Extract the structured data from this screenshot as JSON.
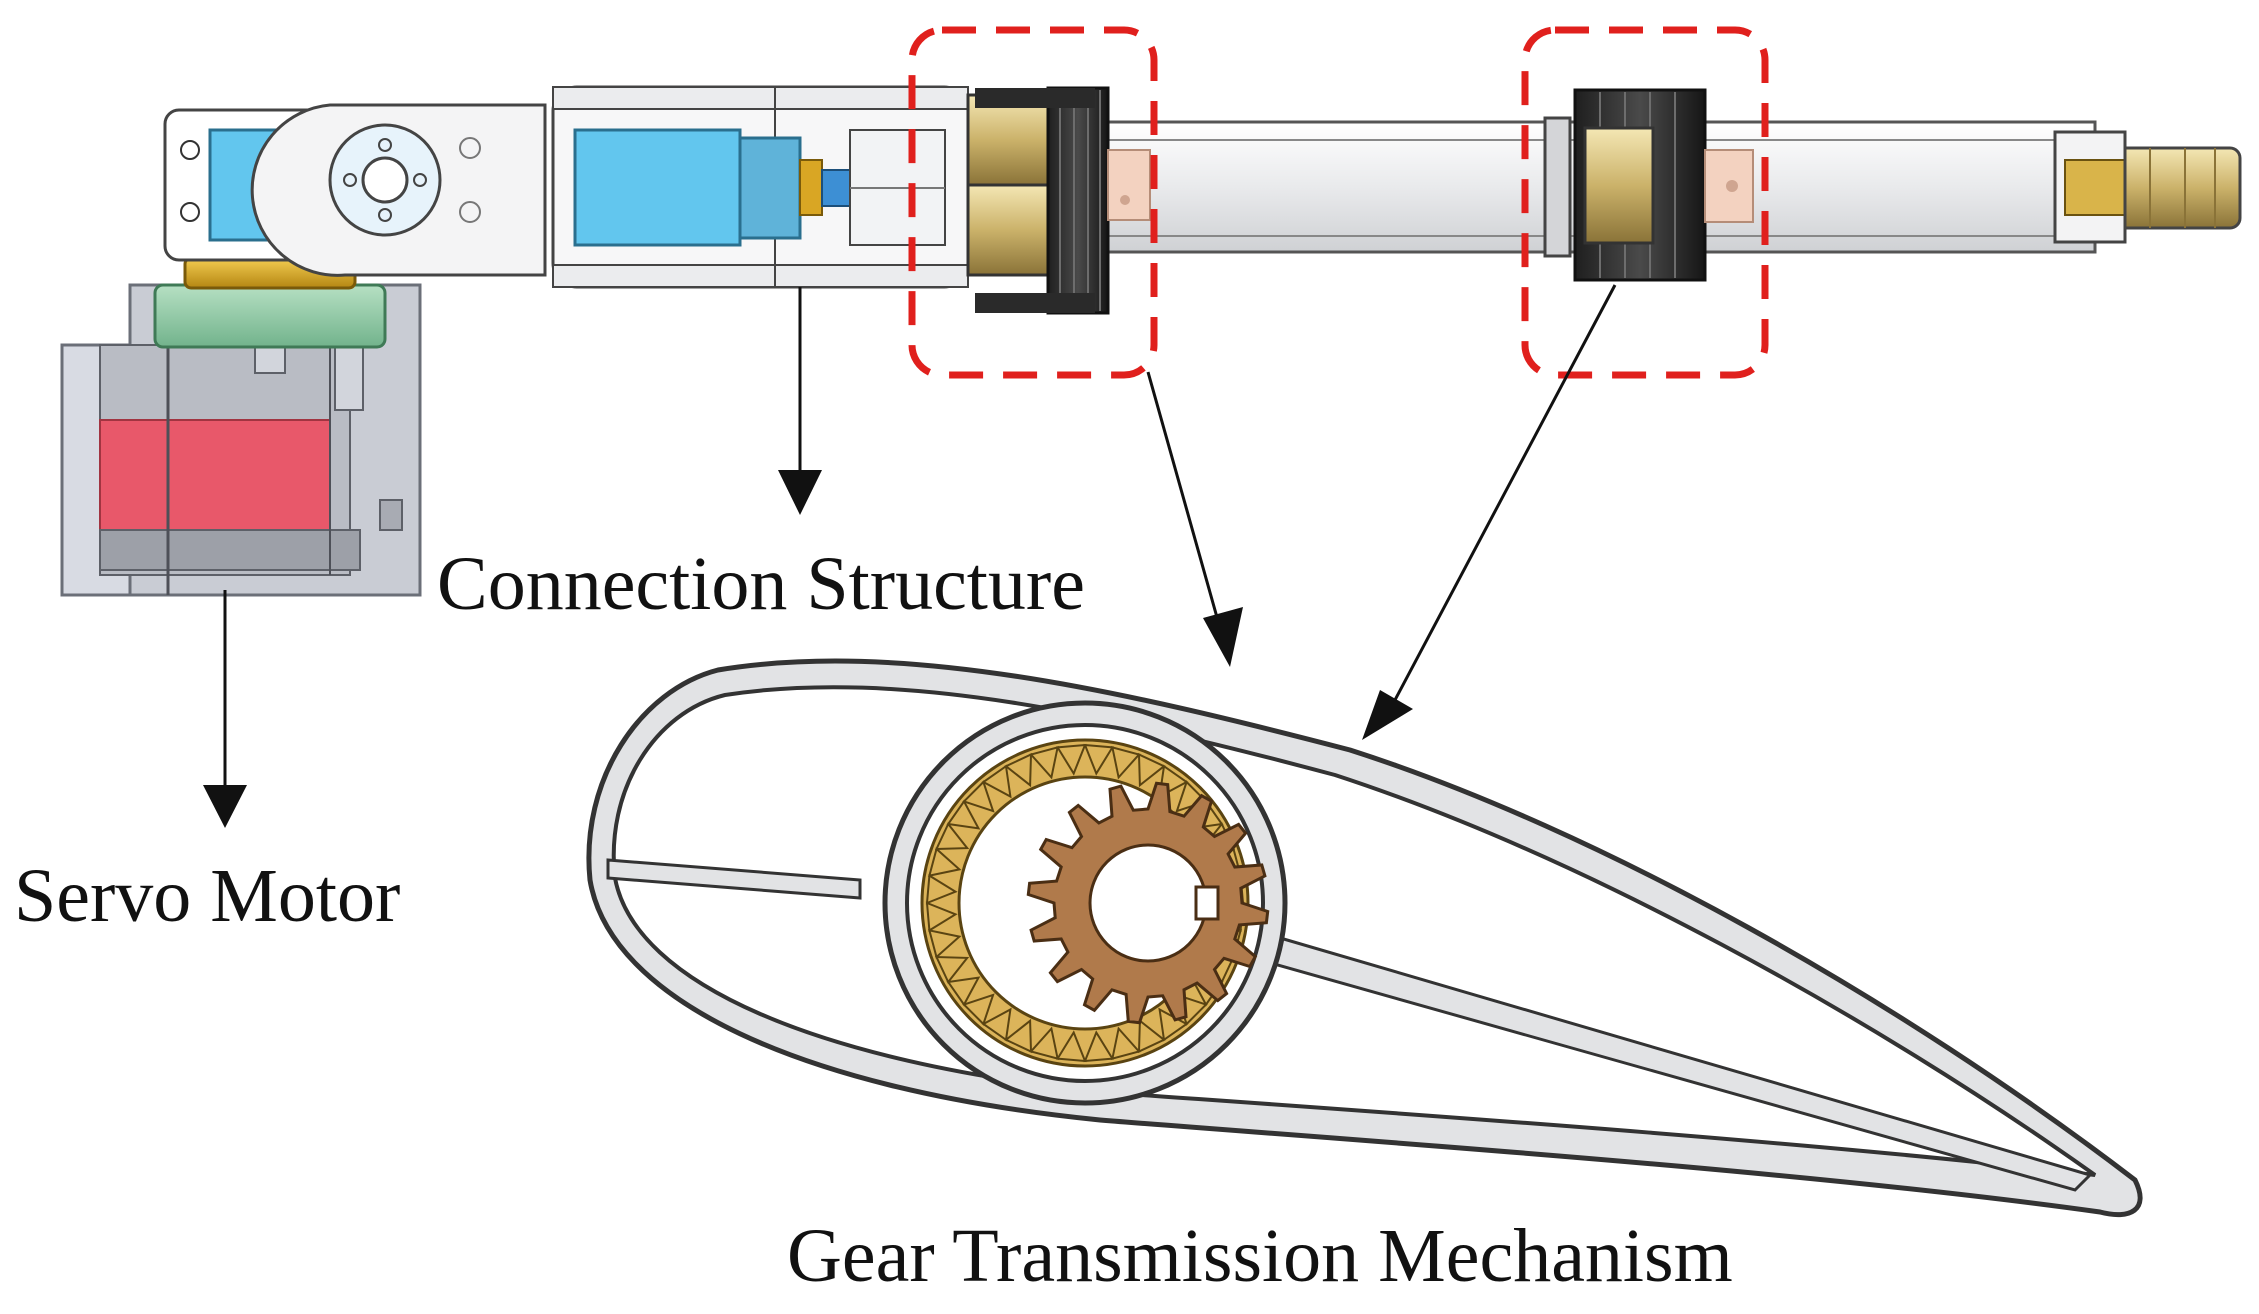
{
  "labels": {
    "servo_motor": "Servo Motor",
    "connection_structure": "Connection Structure",
    "gear_transmission": "Gear Transmission Mechanism"
  },
  "colors": {
    "servo_red": "#e8586a",
    "servo_blue": "#62c6ee",
    "gold": "#d9a624",
    "mint": "#8fc9a4",
    "dashed_box": "#e0201d",
    "gear_brown": "#b07a4b",
    "ring_gold": "#dcb45a",
    "shell_grey": "#e2e3e5"
  }
}
